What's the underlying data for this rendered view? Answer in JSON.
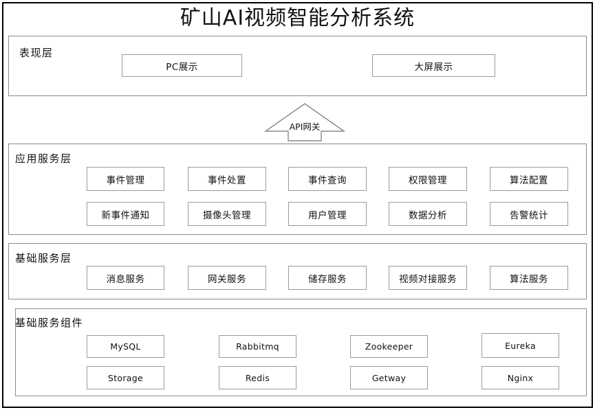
{
  "title": "矿山AI视频智能分析系统",
  "layers": [
    {
      "id": "presentation",
      "label": "表现层",
      "nodes": [
        {
          "label": "PC展示",
          "script": "cjk"
        },
        {
          "label": "大屏展示",
          "script": "cjk"
        }
      ]
    },
    {
      "id": "application-service",
      "label": "应用服务层",
      "nodes": [
        {
          "label": "事件管理",
          "script": "cjk"
        },
        {
          "label": "事件处置",
          "script": "cjk"
        },
        {
          "label": "事件查询",
          "script": "cjk"
        },
        {
          "label": "权限管理",
          "script": "cjk"
        },
        {
          "label": "算法配置",
          "script": "cjk"
        },
        {
          "label": "新事件通知",
          "script": "cjk"
        },
        {
          "label": "摄像头管理",
          "script": "cjk"
        },
        {
          "label": "用户管理",
          "script": "cjk"
        },
        {
          "label": "数据分析",
          "script": "cjk"
        },
        {
          "label": "告警统计",
          "script": "cjk"
        }
      ]
    },
    {
      "id": "basic-service",
      "label": "基础服务层",
      "nodes": [
        {
          "label": "消息服务",
          "script": "cjk"
        },
        {
          "label": "网关服务",
          "script": "cjk"
        },
        {
          "label": "储存服务",
          "script": "cjk"
        },
        {
          "label": "视频对接服务",
          "script": "cjk"
        },
        {
          "label": "算法服务",
          "script": "cjk"
        }
      ]
    },
    {
      "id": "basic-components",
      "label": "基础服务组件",
      "nodes": [
        {
          "label": "MySQL",
          "script": "latin"
        },
        {
          "label": "Rabbitmq",
          "script": "latin"
        },
        {
          "label": "Zookeeper",
          "script": "latin"
        },
        {
          "label": "Eureka",
          "script": "latin"
        },
        {
          "label": "Storage",
          "script": "latin"
        },
        {
          "label": "Redis",
          "script": "latin"
        },
        {
          "label": "Getway",
          "script": "latin"
        },
        {
          "label": "Nginx",
          "script": "latin"
        }
      ]
    }
  ],
  "gateway": {
    "label": "API网关",
    "icon": "up-arrow-shape"
  },
  "colors": {
    "frame_border": "#000000",
    "layer_border": "#8a8a8a",
    "node_border": "#9a9a9a",
    "background": "#ffffff",
    "text": "#111111"
  }
}
